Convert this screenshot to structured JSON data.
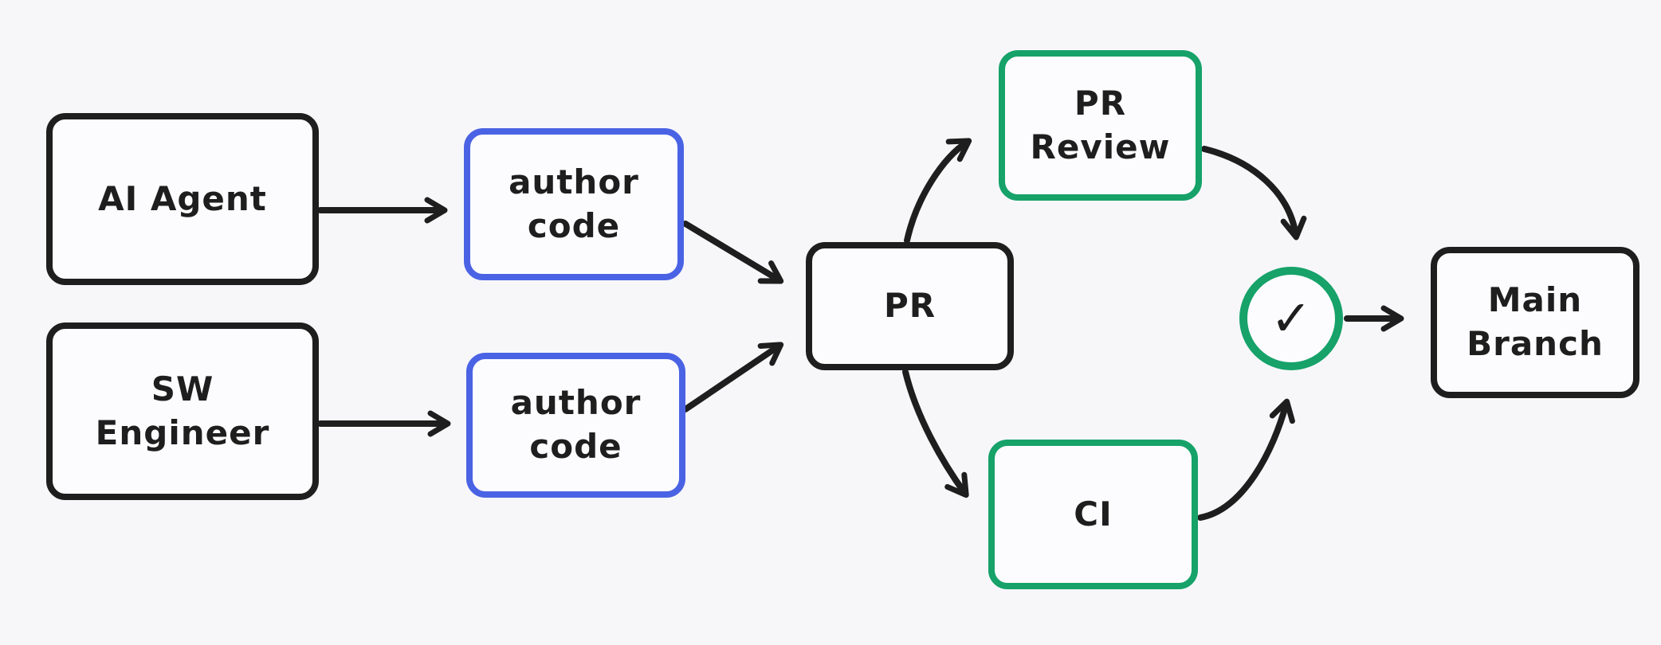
{
  "diagram": {
    "colors": {
      "ink": "#1e1e1e",
      "blue": "#4a63e4",
      "green": "#16a269",
      "background": "#f7f7fa",
      "node_fill": "#fcfcfe"
    },
    "nodes": [
      {
        "id": "ai-agent",
        "label": "AI Agent",
        "border": "ink"
      },
      {
        "id": "sw-engineer",
        "label": "SW\nEngineer",
        "border": "ink"
      },
      {
        "id": "author-code-top",
        "label": "author\ncode",
        "border": "blue"
      },
      {
        "id": "author-code-bottom",
        "label": "author\ncode",
        "border": "blue"
      },
      {
        "id": "pr",
        "label": "PR",
        "border": "ink"
      },
      {
        "id": "pr-review",
        "label": "PR\nReview",
        "border": "green"
      },
      {
        "id": "ci",
        "label": "CI",
        "border": "green"
      },
      {
        "id": "approved-check",
        "label": "✓",
        "border": "green"
      },
      {
        "id": "main-branch",
        "label": "Main\nBranch",
        "border": "ink"
      }
    ],
    "edges": [
      {
        "from": "ai-agent",
        "to": "author-code-top",
        "shape": "straight"
      },
      {
        "from": "sw-engineer",
        "to": "author-code-bottom",
        "shape": "straight"
      },
      {
        "from": "author-code-top",
        "to": "pr",
        "shape": "straight"
      },
      {
        "from": "author-code-bottom",
        "to": "pr",
        "shape": "straight"
      },
      {
        "from": "pr",
        "to": "pr-review",
        "shape": "curved"
      },
      {
        "from": "pr",
        "to": "ci",
        "shape": "curved"
      },
      {
        "from": "pr-review",
        "to": "approved-check",
        "shape": "curved"
      },
      {
        "from": "ci",
        "to": "approved-check",
        "shape": "curved"
      },
      {
        "from": "approved-check",
        "to": "main-branch",
        "shape": "straight"
      }
    ]
  }
}
